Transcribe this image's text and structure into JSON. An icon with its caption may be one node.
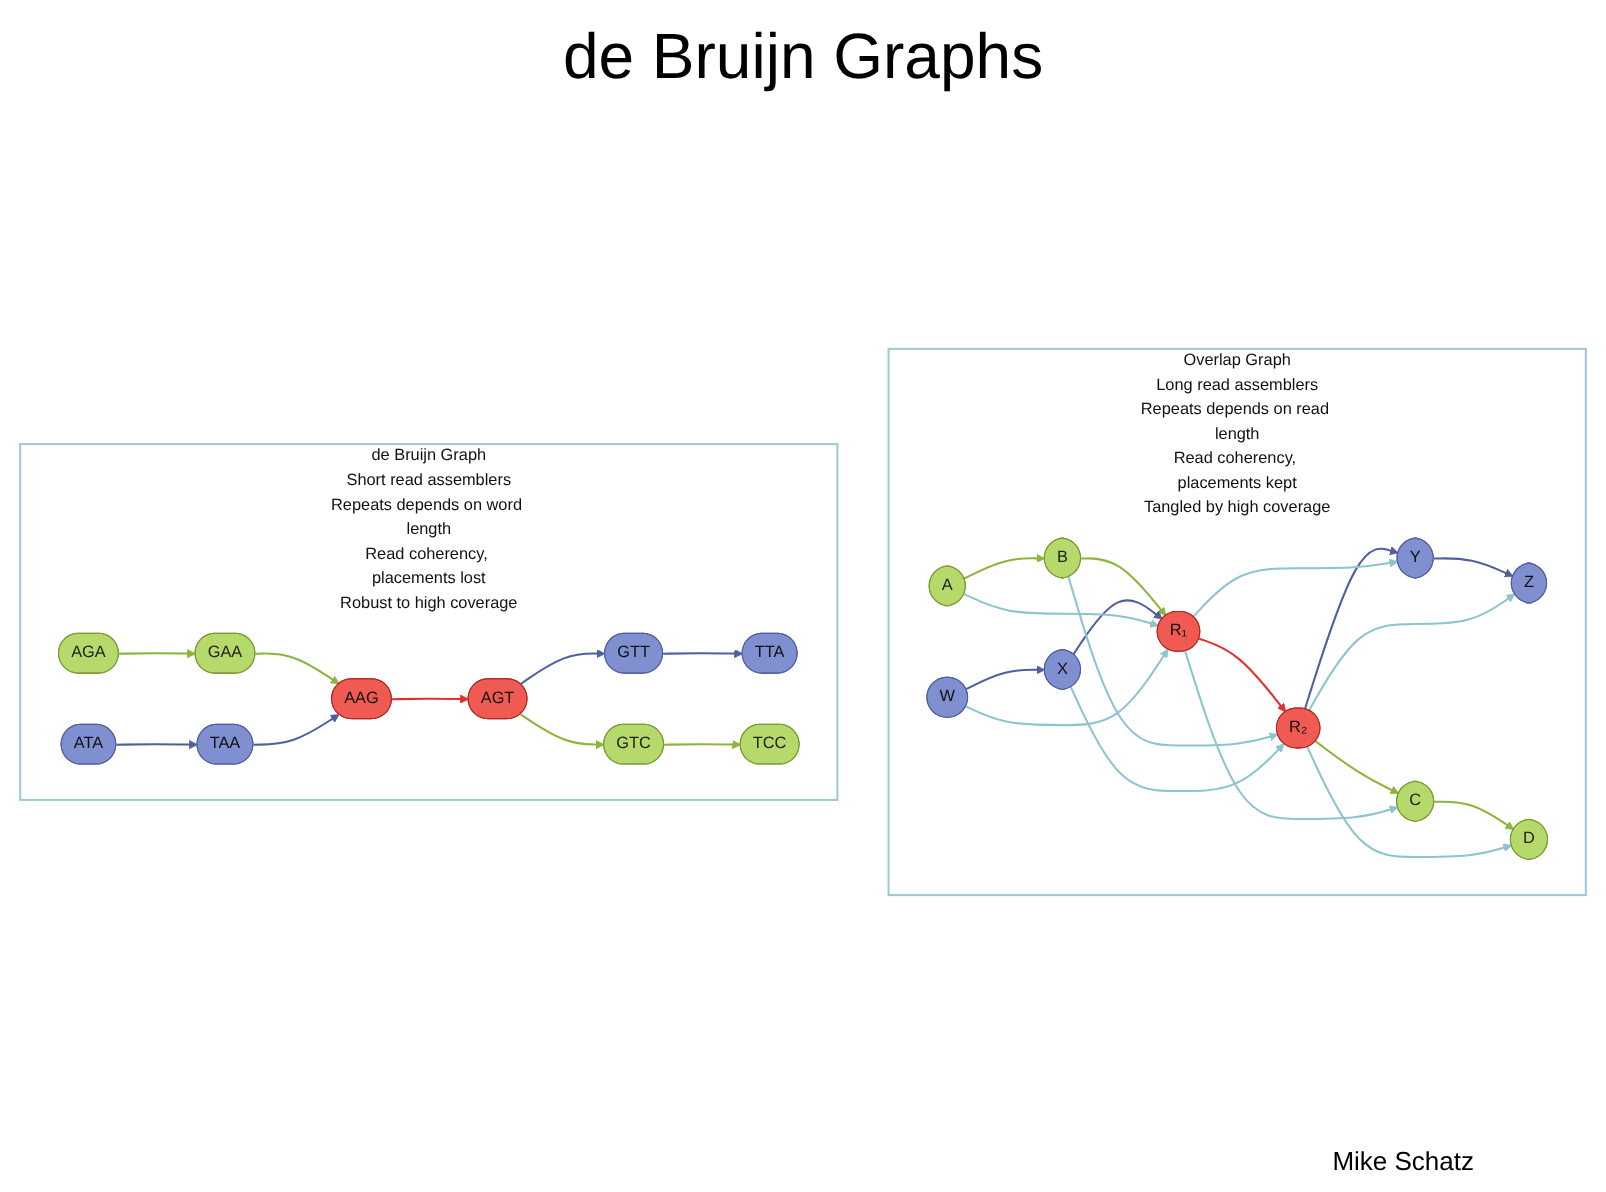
{
  "diagram": {
    "title": "de Bruijn Graphs",
    "caption": "Mike Schatz",
    "nodes": [
      {
        "text": [
          "Overlap Graph",
          "Long read assemblers",
          "Repeats depends on read length",
          "Read coherency, placements kept",
          "Tangled by high coverage"
        ]
      },
      {
        "text": [
          "A"
        ],
        "in": 0
      },
      {
        "text": [
          "B"
        ],
        "in": 0
      },
      {
        "text": [
          "W"
        ],
        "in": 0
      },
      {
        "text": [
          "X"
        ],
        "in": 0
      },
      {
        "text": [
          "R₁"
        ],
        "in": 0
      },
      {
        "text": [
          "R₂"
        ],
        "in": 0
      },
      {
        "text": [
          "Y"
        ],
        "in": 0
      },
      {
        "text": [
          "Z"
        ],
        "in": 0
      },
      {
        "text": [
          "C"
        ],
        "in": 0
      },
      {
        "text": [
          "D"
        ],
        "in": 0
      },
      {
        "text": [
          "de Bruijn Graph",
          "Short read assemblers",
          "Repeats depends on word length",
          "Read coherency, placements lost",
          "Robust to high coverage"
        ]
      },
      {
        "text": [
          "AGA"
        ],
        "in": 11
      },
      {
        "text": [
          "GAA"
        ],
        "in": 11
      },
      {
        "text": [
          "ATA"
        ],
        "in": 11
      },
      {
        "text": [
          "TAA"
        ],
        "in": 11
      },
      {
        "text": [
          "AAG"
        ],
        "in": 11
      },
      {
        "text": [
          "AGT"
        ],
        "in": 11
      },
      {
        "text": [
          "GTT"
        ],
        "in": 11
      },
      {
        "text": [
          "TTA"
        ],
        "in": 11
      },
      {
        "text": [
          "GTC"
        ],
        "in": 11
      },
      {
        "text": [
          "TCC"
        ],
        "in": 11
      }
    ],
    "edges": [
      {
        "from": 1,
        "to": 2,
        "arrow": "to",
        "color": "#8fb43c"
      },
      {
        "from": 2,
        "to": 5,
        "arrow": "to",
        "color": "#8fb43c"
      },
      {
        "from": 3,
        "to": 4,
        "arrow": "to",
        "color": "#4f5f9f"
      },
      {
        "from": 4,
        "to": 5,
        "arrow": "to",
        "color": "#4f5f9f"
      },
      {
        "from": 5,
        "to": 6,
        "arrow": "to",
        "color": "#e0322c"
      },
      {
        "from": 6,
        "to": 7,
        "arrow": "to",
        "color": "#4f5f9f"
      },
      {
        "from": 7,
        "to": 8,
        "arrow": "to",
        "color": "#4f5f9f"
      },
      {
        "from": 6,
        "to": 9,
        "arrow": "to",
        "color": "#8fb43c"
      },
      {
        "from": 9,
        "to": 10,
        "arrow": "to",
        "color": "#8fb43c"
      },
      {
        "from": 1,
        "to": 5,
        "arrow": "to",
        "color": "#8cc4d0"
      },
      {
        "from": 2,
        "to": 6,
        "arrow": "to",
        "color": "#8cc4d0"
      },
      {
        "from": 3,
        "to": 5,
        "arrow": "to",
        "color": "#8cc4d0"
      },
      {
        "from": 4,
        "to": 6,
        "arrow": "to",
        "color": "#8cc4d0"
      },
      {
        "from": 5,
        "to": 7,
        "arrow": "to",
        "color": "#8cc4d0"
      },
      {
        "from": 5,
        "to": 9,
        "arrow": "to",
        "color": "#8cc4d0"
      },
      {
        "from": 6,
        "to": 8,
        "arrow": "to",
        "color": "#8cc4d0"
      },
      {
        "from": 6,
        "to": 10,
        "arrow": "to",
        "color": "#8cc4d0"
      },
      {
        "from": 12,
        "to": 13,
        "arrow": "to",
        "color": "#8fb43c"
      },
      {
        "from": 13,
        "to": 16,
        "arrow": "to",
        "color": "#8fb43c"
      },
      {
        "from": 14,
        "to": 15,
        "arrow": "to",
        "color": "#4f5f9f"
      },
      {
        "from": 15,
        "to": 16,
        "arrow": "to",
        "color": "#4f5f9f"
      },
      {
        "from": 16,
        "to": 17,
        "arrow": "to",
        "color": "#e0322c"
      },
      {
        "from": 17,
        "to": 18,
        "arrow": "to",
        "color": "#4f5f9f"
      },
      {
        "from": 18,
        "to": 19,
        "arrow": "to",
        "color": "#4f5f9f"
      },
      {
        "from": 17,
        "to": 20,
        "arrow": "to",
        "color": "#8fb43c"
      },
      {
        "from": 20,
        "to": 21,
        "arrow": "to",
        "color": "#8fb43c"
      }
    ]
  }
}
